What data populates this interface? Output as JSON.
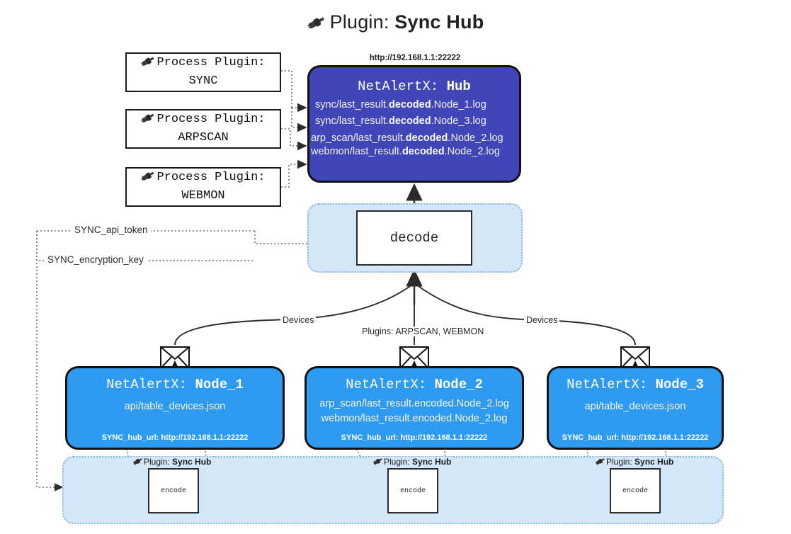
{
  "page": {
    "title_prefix": "Plugin: ",
    "title_main": "Sync Hub",
    "title_icon": "plug-icon"
  },
  "hub": {
    "url_label": "http://192.168.1.1:22222",
    "head_prefix": "NetAlertX: ",
    "head_name": "Hub",
    "logs": [
      {
        "pre": "sync/last_result.",
        "bold": "decoded",
        "post": ".Node_1.log"
      },
      {
        "pre": "sync/last_result.",
        "bold": "decoded",
        "post": ".Node_3.log"
      },
      {
        "pre": "arp_scan/last_result.",
        "bold": "decoded",
        "post": ".Node_2.log"
      },
      {
        "pre": "webmon/last_result.",
        "bold": "decoded",
        "post": ".Node_2.log"
      }
    ]
  },
  "process_plugins": [
    {
      "line1": "Process Plugin:",
      "line2": "SYNC",
      "icon": "plug-icon"
    },
    {
      "line1": "Process Plugin:",
      "line2": "ARPSCAN",
      "icon": "plug-icon"
    },
    {
      "line1": "Process Plugin:",
      "line2": "WEBMON",
      "icon": "plug-icon"
    }
  ],
  "decode": {
    "label": "decode"
  },
  "config_paths": [
    {
      "label": "SYNC_api_token"
    },
    {
      "label": "SYNC_encryption_key"
    }
  ],
  "edge_labels": {
    "left_devices": "Devices",
    "right_devices": "Devices",
    "center_plugins": "Plugins: ARPSCAN, WEBMON"
  },
  "nodes": [
    {
      "head_prefix": "NetAlertX: ",
      "head_name": "Node_1",
      "rows": [
        "api/table_devices.json"
      ],
      "hub_url": "SYNC_hub_url: http://192.168.1.1:22222",
      "envelope_icon": "envelope-icon"
    },
    {
      "head_prefix": "NetAlertX: ",
      "head_name": "Node_2",
      "rows": [
        "arp_scan/last_result.encoded.Node_2.log",
        "webmon/last_result.encoded.Node_2.log"
      ],
      "hub_url": "SYNC_hub_url: http://192.168.1.1:22222",
      "envelope_icon": "envelope-icon"
    },
    {
      "head_prefix": "NetAlertX: ",
      "head_name": "Node_3",
      "rows": [
        "api/table_devices.json"
      ],
      "hub_url": "SYNC_hub_url: http://192.168.1.1:22222",
      "envelope_icon": "envelope-icon"
    }
  ],
  "encoders": [
    {
      "plugin_prefix": "Plugin: ",
      "plugin_name": "Sync Hub",
      "box_label": "encode",
      "icon": "plug-icon"
    },
    {
      "plugin_prefix": "Plugin: ",
      "plugin_name": "Sync Hub",
      "box_label": "encode",
      "icon": "plug-icon"
    },
    {
      "plugin_prefix": "Plugin: ",
      "plugin_name": "Sync Hub",
      "box_label": "encode",
      "icon": "plug-icon"
    }
  ],
  "colors": {
    "hub_fill": "#4046b8",
    "node_fill": "#2f9bf0",
    "container_fill": "#d4e7f8",
    "stroke": "#121212",
    "background": "#ffffff"
  }
}
